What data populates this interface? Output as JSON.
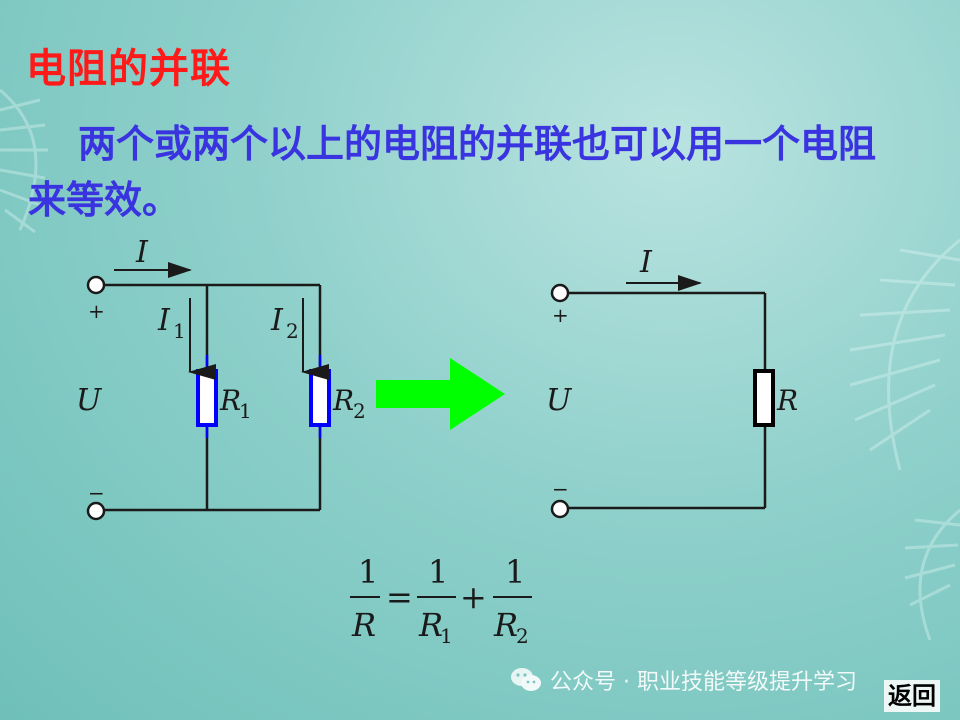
{
  "slide": {
    "title": "电阻的并联",
    "paragraph": "两个或两个以上的电阻的并联也可以用一个电阻来等效。"
  },
  "left_circuit": {
    "current_main": "I",
    "current_1": "I",
    "current_1_sub": "1",
    "current_2": "I",
    "current_2_sub": "2",
    "plus": "+",
    "minus": "−",
    "voltage": "U",
    "r1": "R",
    "r1_sub": "1",
    "r2": "R",
    "r2_sub": "2"
  },
  "right_circuit": {
    "current": "I",
    "plus": "+",
    "minus": "−",
    "voltage": "U",
    "resistor": "R"
  },
  "formula": {
    "lhs_num": "1",
    "lhs_den": "R",
    "equals": "=",
    "t1_num": "1",
    "t1_den": "R",
    "t1_den_sub": "1",
    "plus": "+",
    "t2_num": "1",
    "t2_den": "R",
    "t2_den_sub": "2"
  },
  "watermark": "公众号 · 职业技能等级提升学习",
  "return_label": "返回",
  "colors": {
    "title": "#ff1a1a",
    "paragraph": "#3a33e0",
    "arrow": "#00ff00",
    "resistor_parallel": "#0000ff",
    "resistor_equivalent": "#000000"
  },
  "icons": [
    "wechat-icon",
    "right-arrow-icon"
  ]
}
